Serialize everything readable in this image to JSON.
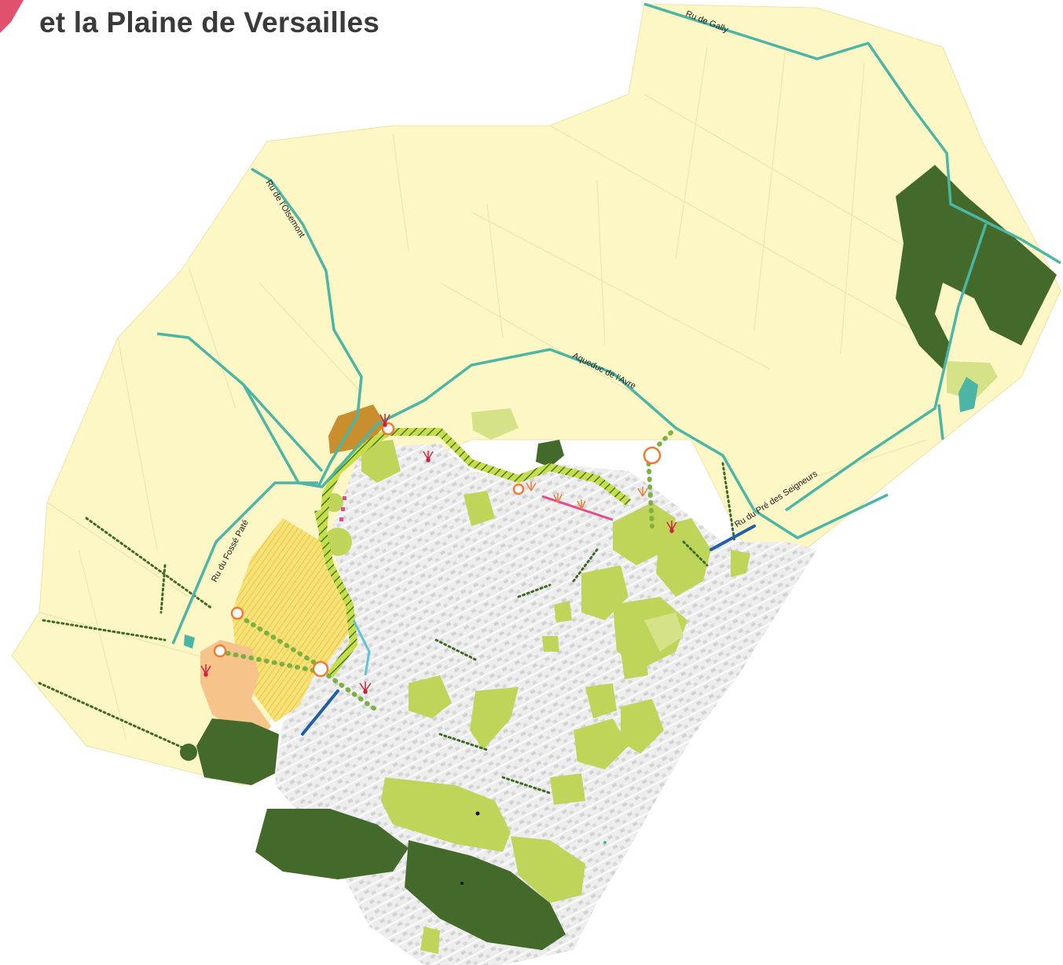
{
  "title": "et la Plaine de Versailles",
  "colors": {
    "plain": "#fdf7c6",
    "forest": "#436a2a",
    "park": "#bfd55a",
    "park_light": "#d6e287",
    "water": "#4bb6a5",
    "water_dark": "#1f5fa8",
    "urban": "#ececec",
    "buildings": "#cfcfcf",
    "crop_yellow": "#f2d552",
    "orange_zone": "#f6c38a",
    "brown_zone": "#c98e2e",
    "accent_red": "#d21f3c",
    "accent_pink": "#e04f8c",
    "marker_orange": "#f07b34",
    "title_badge": "#e0506f"
  },
  "watercourses": [
    {
      "label": "Ru de Gally"
    },
    {
      "label": "Ru de l'Olsemont"
    },
    {
      "label": "Aqueduc de l'Avre"
    },
    {
      "label": "Ru du Pré des Seigneurs"
    },
    {
      "label": "Ru du Fossé Paté"
    }
  ]
}
